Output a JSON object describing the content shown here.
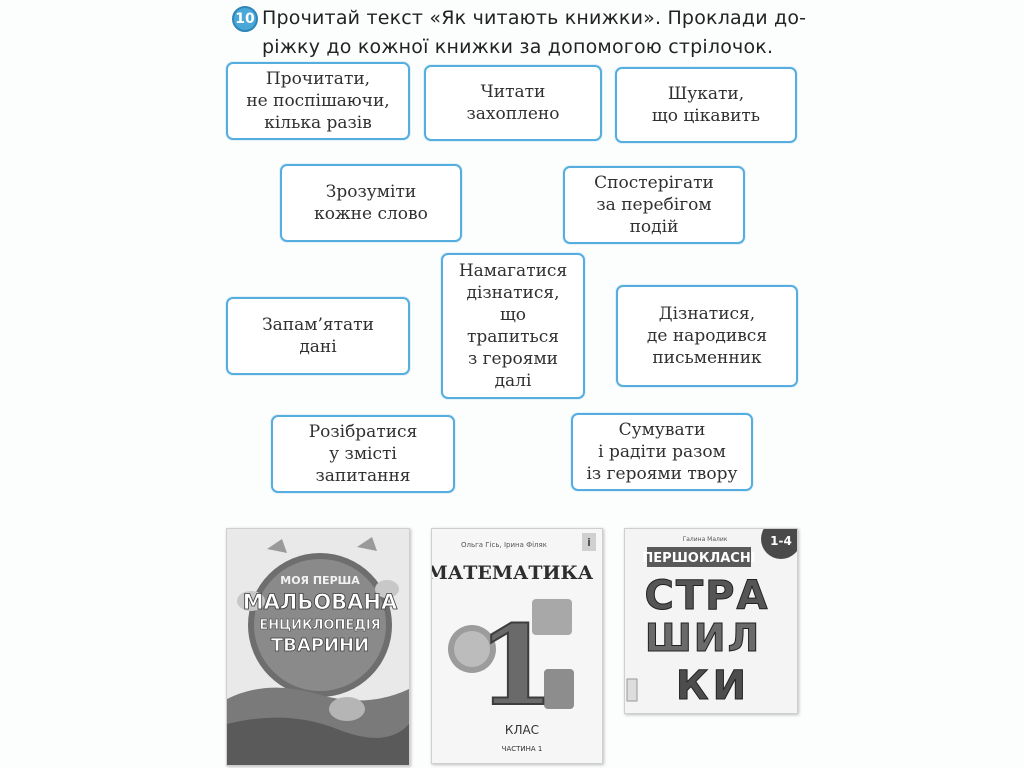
{
  "task": {
    "number": "10",
    "text_lines": [
      "Прочитай текст «Як читають книжки». Проклади до-",
      "ріжку до кожної книжки за допомогою стрілочок."
    ]
  },
  "boxes": {
    "read_slowly": [
      "Прочитати,",
      "не поспішаючи,",
      "кілька разів"
    ],
    "read_enthusiastically": [
      "Читати",
      "захоплено"
    ],
    "search_interesting": [
      "Шукати,",
      "що цікавить"
    ],
    "understand_word": [
      "Зрозуміти",
      "кожне слово"
    ],
    "follow_events": [
      "Спостерігати",
      "за перебігом",
      "подій"
    ],
    "learn_heroes": [
      "Намагатися",
      "дізнатися,",
      "що",
      "трапиться",
      "з героями",
      "далі"
    ],
    "remember_data": [
      "Запам’ятати",
      "дані"
    ],
    "learn_writer": [
      "Дізнатися,",
      "де народився",
      "письменник"
    ],
    "understand_questions": [
      "Розібратися",
      "у змісті",
      "запитання"
    ],
    "grieve_rejoice": [
      "Сумувати",
      "і радіти разом",
      "із героями твору"
    ]
  },
  "books": {
    "encyclopedia": {
      "title_lines": [
        "МОЯ ПЕРША",
        "МАЛЬОВАНА",
        "ЕНЦИКЛОПЕДІЯ",
        "ТВАРИНИ"
      ]
    },
    "math": {
      "authors": "Ольга Гісь, Ірина Філяк",
      "title": "МАТЕМАТИКА",
      "big_number": "1",
      "subtitle": "КЛАС",
      "part": "ЧАСТИНА 1"
    },
    "first_graders": {
      "author": "Галина Малик",
      "series": "ПЕРШОКЛАСНІ",
      "grades": "1-4",
      "title_lines": [
        "СТРА",
        "ШИЛ",
        "КИ"
      ]
    }
  },
  "colors": {
    "accent": "#4aa8d8",
    "box_border": "#56aee0"
  }
}
